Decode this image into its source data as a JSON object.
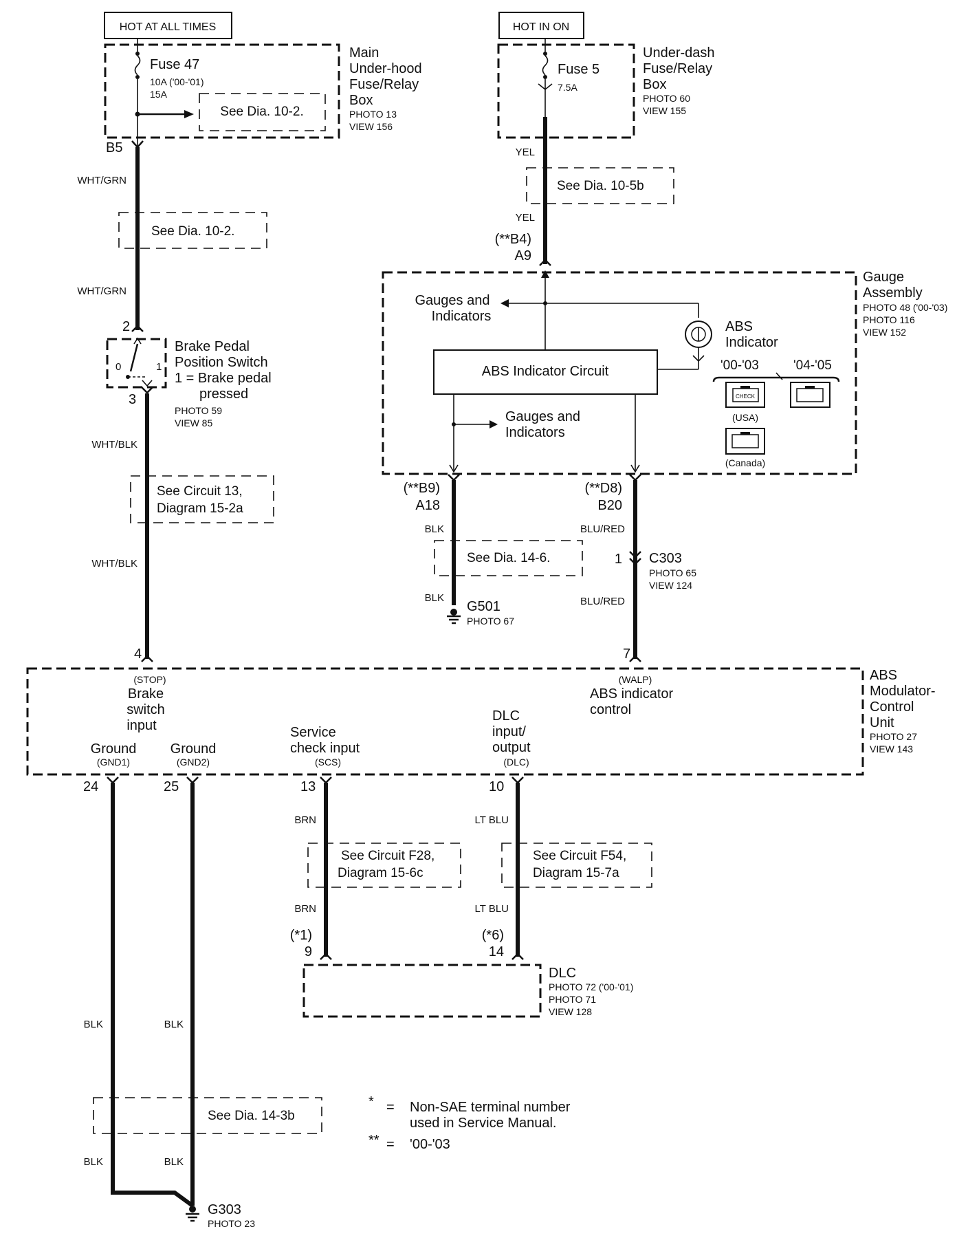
{
  "power": {
    "hot_at_all_times": "HOT AT ALL TIMES",
    "hot_in_on": "HOT IN ON"
  },
  "fuse_box_main": {
    "name_lines": [
      "Main",
      "Under-hood",
      "Fuse/Relay",
      "Box"
    ],
    "photo": "PHOTO 13",
    "view": "VIEW 156",
    "fuse_name": "Fuse 47",
    "fuse_rating_1": "10A ('00-'01)",
    "fuse_rating_2": "15A",
    "ref": "See Dia. 10-2."
  },
  "fuse_box_underdash": {
    "name_lines": [
      "Under-dash",
      "Fuse/Relay",
      "Box"
    ],
    "photo": "PHOTO 60",
    "view": "VIEW 155",
    "fuse_name": "Fuse 5",
    "fuse_rating": "7.5A"
  },
  "left_wire": {
    "terminal_b5": "B5",
    "color_1": "WHT/GRN",
    "ref_1": "See Dia. 10-2.",
    "color_2": "WHT/GRN",
    "color_3": "WHT/BLK",
    "ref_2_line1": "See Circuit 13,",
    "ref_2_line2": "Diagram 15-2a",
    "color_4": "WHT/BLK"
  },
  "brake_switch": {
    "pin_top": "2",
    "pin_bottom": "3",
    "pos_0": "0",
    "pos_1": "1",
    "name_lines": [
      "Brake Pedal",
      "Position Switch",
      "1 = Brake pedal",
      "pressed"
    ],
    "photo": "PHOTO 59",
    "view": "VIEW 85"
  },
  "top_right_wire": {
    "color_1": "YEL",
    "ref": "See Dia.  10-5b",
    "color_2": "YEL",
    "terminal_alt": "(**B4)",
    "terminal": "A9"
  },
  "gauge_assembly": {
    "name_lines": [
      "Gauge",
      "Assembly"
    ],
    "photo_1": "PHOTO 48 ('00-'03)",
    "photo_2": "PHOTO 116",
    "view": "VIEW 152",
    "gauges_1_line1": "Gauges and",
    "gauges_1_line2": "Indicators",
    "circuit_label": "ABS Indicator Circuit",
    "indicator_line1": "ABS",
    "indicator_line2": "Indicator",
    "years_a": "'00-'03",
    "years_b": "'04-'05",
    "check_text": "CHECK",
    "usa": "(USA)",
    "canada": "(Canada)",
    "gauges_2_line1": "Gauges and",
    "gauges_2_line2": "Indicators"
  },
  "gauge_out_left": {
    "terminal_alt": "(**B9)",
    "terminal": "A18",
    "color_1": "BLK",
    "ref": "See Dia.  14-6.",
    "color_2": "BLK",
    "ground": "G501",
    "ground_photo": "PHOTO 67"
  },
  "gauge_out_right": {
    "terminal_alt": "(**D8)",
    "terminal": "B20",
    "color_1": "BLU/RED",
    "conn_pin": "1",
    "conn_name": "C303",
    "conn_photo": "PHOTO 65",
    "conn_view": "VIEW 124",
    "color_2": "BLU/RED"
  },
  "abs_unit": {
    "pin_stop": "4",
    "pin_walp": "7",
    "stop_code": "(STOP)",
    "stop_lines": [
      "Brake",
      "switch",
      "input"
    ],
    "walp_code": "(WALP)",
    "walp_lines": [
      "ABS indicator",
      "control"
    ],
    "name_lines": [
      "ABS",
      "Modulator-",
      "Control",
      "Unit"
    ],
    "photo": "PHOTO 27",
    "view": "VIEW 143",
    "gnd1_label": "Ground",
    "gnd1_code": "(GND1)",
    "gnd2_label": "Ground",
    "gnd2_code": "(GND2)",
    "scs_line1": "Service",
    "scs_line2": "check input",
    "scs_code": "(SCS)",
    "dlc_lines": [
      "DLC",
      "input/",
      "output"
    ],
    "dlc_code": "(DLC)",
    "pin_gnd1": "24",
    "pin_gnd2": "25",
    "pin_scs": "13",
    "pin_dlc": "10"
  },
  "bottom_wires": {
    "brn_1": "BRN",
    "ref_scs_line1": "See Circuit F28,",
    "ref_scs_line2": "Diagram 15-6c",
    "brn_2": "BRN",
    "ltblu_1": "LT BLU",
    "ref_dlc_line1": "See Circuit F54,",
    "ref_dlc_line2": "Diagram  15-7a",
    "ltblu_2": "LT BLU",
    "dlc_pin_scs_alt": "(*1)",
    "dlc_pin_scs": "9",
    "dlc_pin_dlc_alt": "(*6)",
    "dlc_pin_dlc": "14",
    "blk_a1": "BLK",
    "blk_b1": "BLK",
    "ref_gnd": "See Dia.  14-3b",
    "blk_a2": "BLK",
    "blk_b2": "BLK",
    "ground": "G303",
    "ground_photo": "PHOTO 23"
  },
  "dlc": {
    "name": "DLC",
    "photo_1": "PHOTO 72 ('00-'01)",
    "photo_2": "PHOTO 71",
    "view": "VIEW 128"
  },
  "notes": {
    "star": "*",
    "eq1": "=",
    "note1_line1": "Non-SAE terminal number",
    "note1_line2": "used in Service Manual.",
    "dstar": "**",
    "eq2": "=",
    "note2": "'00-'03"
  }
}
